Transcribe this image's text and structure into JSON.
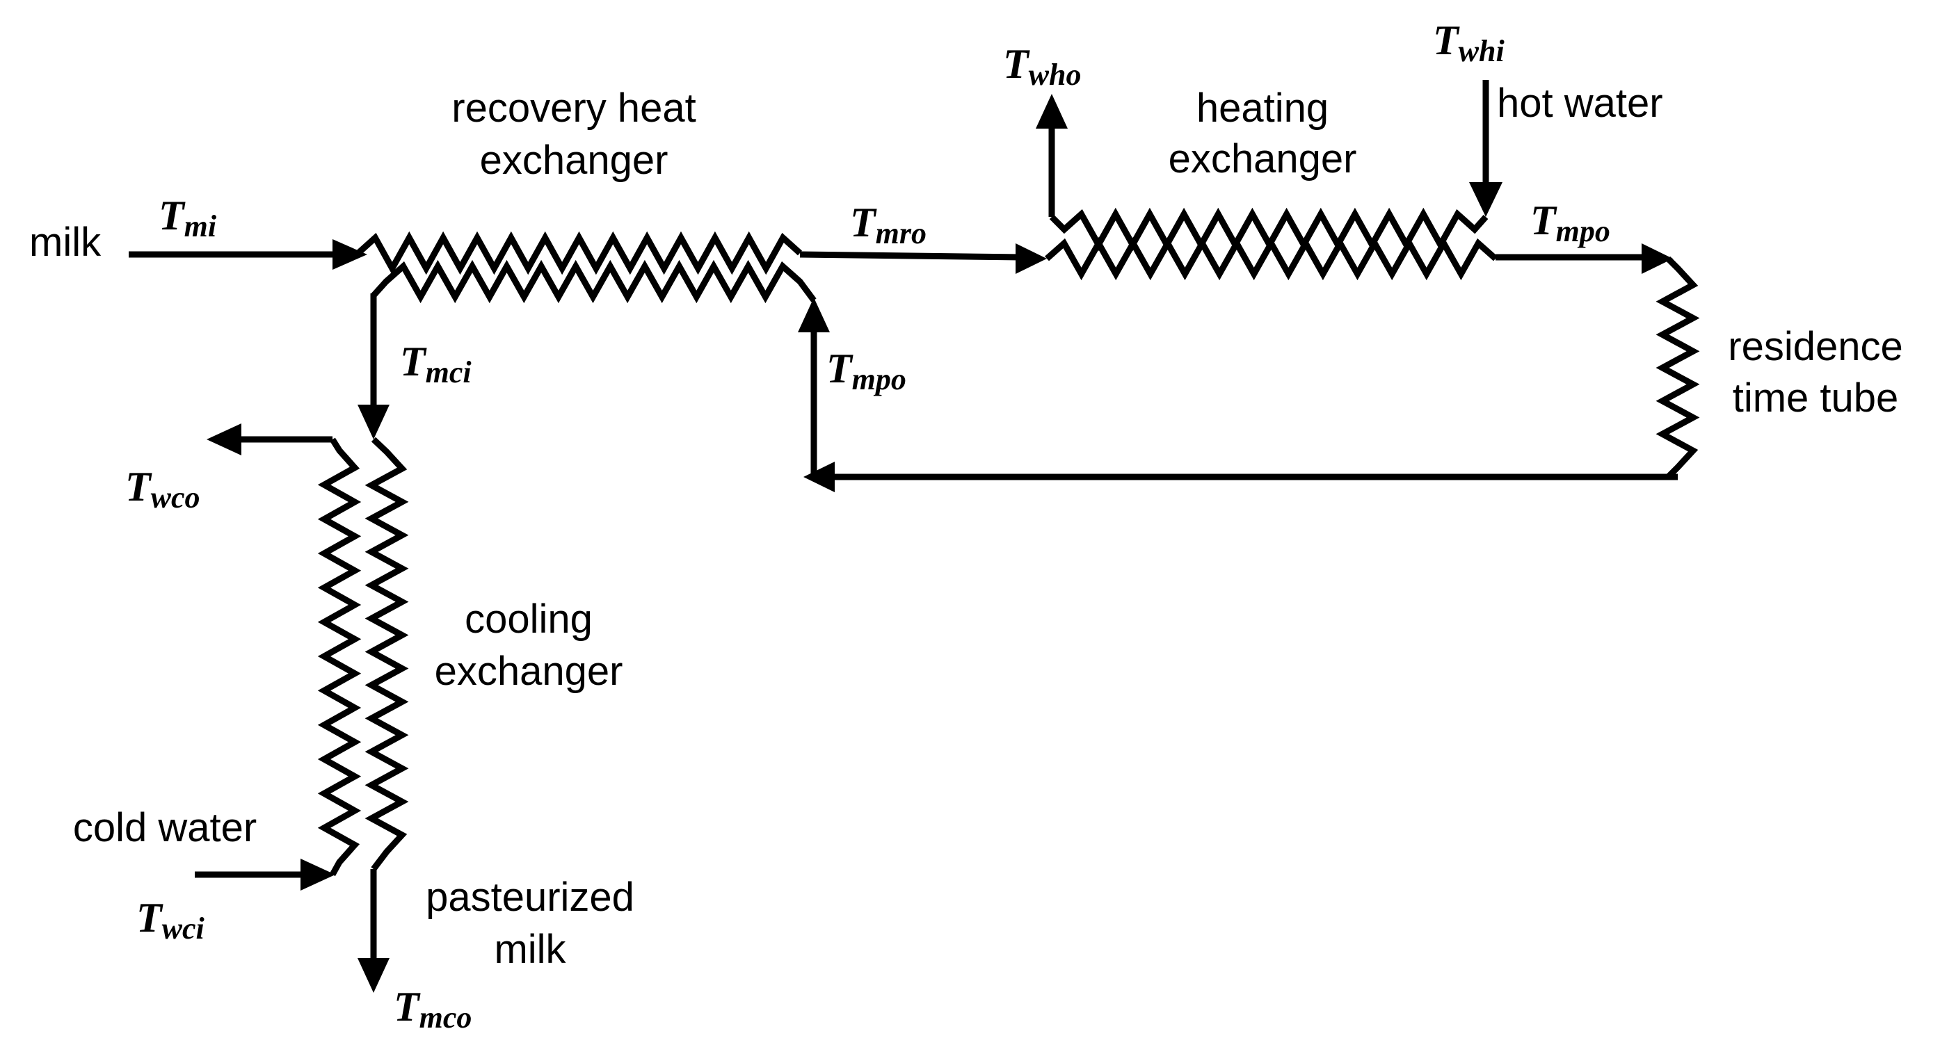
{
  "labels": {
    "milk": "milk",
    "recovery_line1": "recovery heat",
    "recovery_line2": "exchanger",
    "heating_line1": "heating",
    "heating_line2": "exchanger",
    "hot_water": "hot water",
    "residence_line1": "residence",
    "residence_line2": "time tube",
    "cooling_line1": "cooling",
    "cooling_line2": "exchanger",
    "cold_water": "cold water",
    "pasteurized_line1": "pasteurized",
    "pasteurized_line2": "milk"
  },
  "temperatures": {
    "mi": {
      "main": "T",
      "sub": "mi"
    },
    "mro": {
      "main": "T",
      "sub": "mro"
    },
    "mpo_out": {
      "main": "T",
      "sub": "mpo"
    },
    "mpo_return": {
      "main": "T",
      "sub": "mpo"
    },
    "mci": {
      "main": "T",
      "sub": "mci"
    },
    "who": {
      "main": "T",
      "sub": "who"
    },
    "whi": {
      "main": "T",
      "sub": "whi"
    },
    "wco": {
      "main": "T",
      "sub": "wco"
    },
    "wci": {
      "main": "T",
      "sub": "wci"
    },
    "mco": {
      "main": "T",
      "sub": "mco"
    }
  },
  "colors": {
    "line": "#000000",
    "background": "#ffffff"
  }
}
